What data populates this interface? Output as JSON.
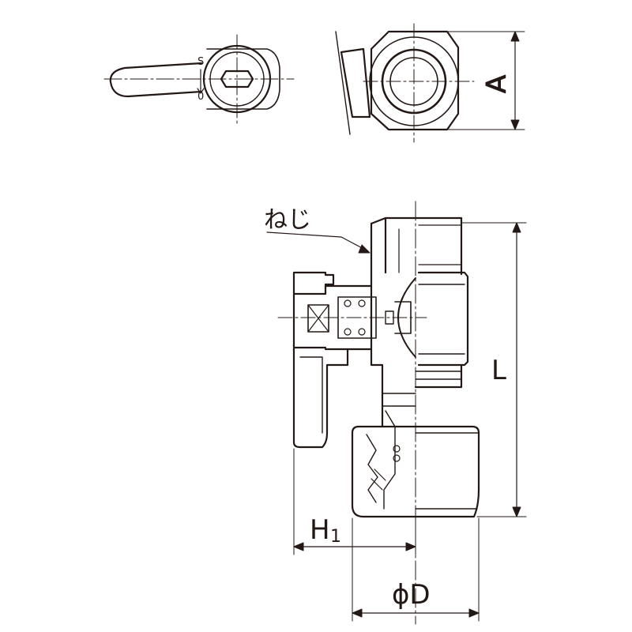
{
  "labels": {
    "screw": "ねじ",
    "dim_A": "A",
    "dim_L": "L",
    "dim_H": "H",
    "dim_H_sub": "1",
    "dim_D": "ϕD"
  },
  "handle_marking": {
    "open": "0",
    "close": "S"
  },
  "colors": {
    "line": "#231815",
    "background": "#ffffff"
  }
}
